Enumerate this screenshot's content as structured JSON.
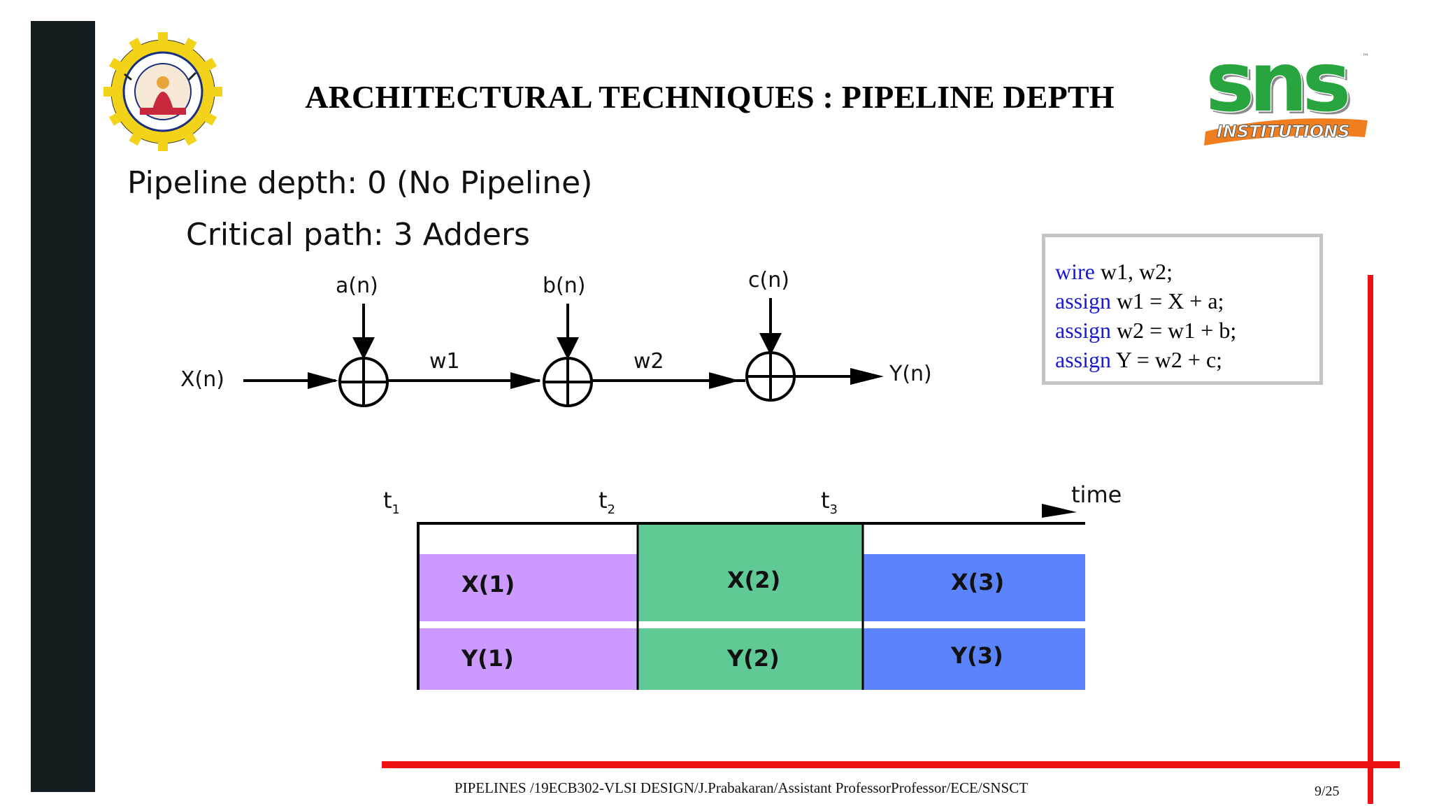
{
  "slide": {
    "title": "ARCHITECTURAL TECHNIQUES : PIPELINE DEPTH",
    "subtitle": "Pipeline depth: 0 (No Pipeline)",
    "critical_path": "Critical path: 3 Adders",
    "footer": "PIPELINES /19ECB302-VLSI DESIGN/J.Prabakaran/Assistant ProfessorProfessor/ECE/SNSCT",
    "page_number": "9/25"
  },
  "logos": {
    "sns_logo_text": "sns",
    "sns_logo_subtext": "INSTITUTIONS",
    "sns_tm": "™"
  },
  "code": {
    "lines": [
      {
        "kw": "wire",
        "rest": " w1, w2;"
      },
      {
        "kw": "assign",
        "rest": " w1 = X + a;"
      },
      {
        "kw": "assign",
        "rest": " w2 = w1 + b;"
      },
      {
        "kw": "assign",
        "rest": " Y = w2 + c;"
      }
    ]
  },
  "diagram": {
    "input": "X(n)",
    "output": "Y(n)",
    "adder_inputs": [
      "a(n)",
      "b(n)",
      "c(n)"
    ],
    "wires": [
      "w1",
      "w2"
    ]
  },
  "timeline": {
    "ticks": [
      {
        "t": "t",
        "sub": "1"
      },
      {
        "t": "t",
        "sub": "2"
      },
      {
        "t": "t",
        "sub": "3"
      }
    ],
    "axis_label": "time",
    "row_x": [
      "X(1)",
      "X(2)",
      "X(3)"
    ],
    "row_y": [
      "Y(1)",
      "Y(2)",
      "Y(3)"
    ],
    "colors": [
      "#cc99ff",
      "#5fca95",
      "#5b83fc"
    ]
  },
  "colors": {
    "left_bar": "#161d21",
    "accent_red": "#ee1111",
    "keyword_blue": "#1a1ad6"
  }
}
